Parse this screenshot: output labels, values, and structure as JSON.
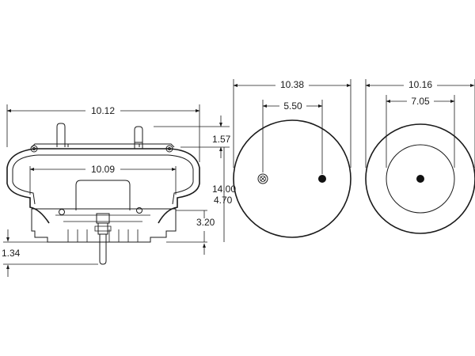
{
  "diagram": {
    "side_view": {
      "overall_width": "10.12",
      "inner_width": "10.09",
      "stud_height": "1.57",
      "max_height": "14.00",
      "design_height": "4.70",
      "base_height": "3.20",
      "bottom_stud": "1.34"
    },
    "top_view": {
      "diameter": "10.38",
      "stud_spacing": "5.50"
    },
    "bottom_view": {
      "diameter": "10.16",
      "inner_diameter": "7.05"
    }
  }
}
